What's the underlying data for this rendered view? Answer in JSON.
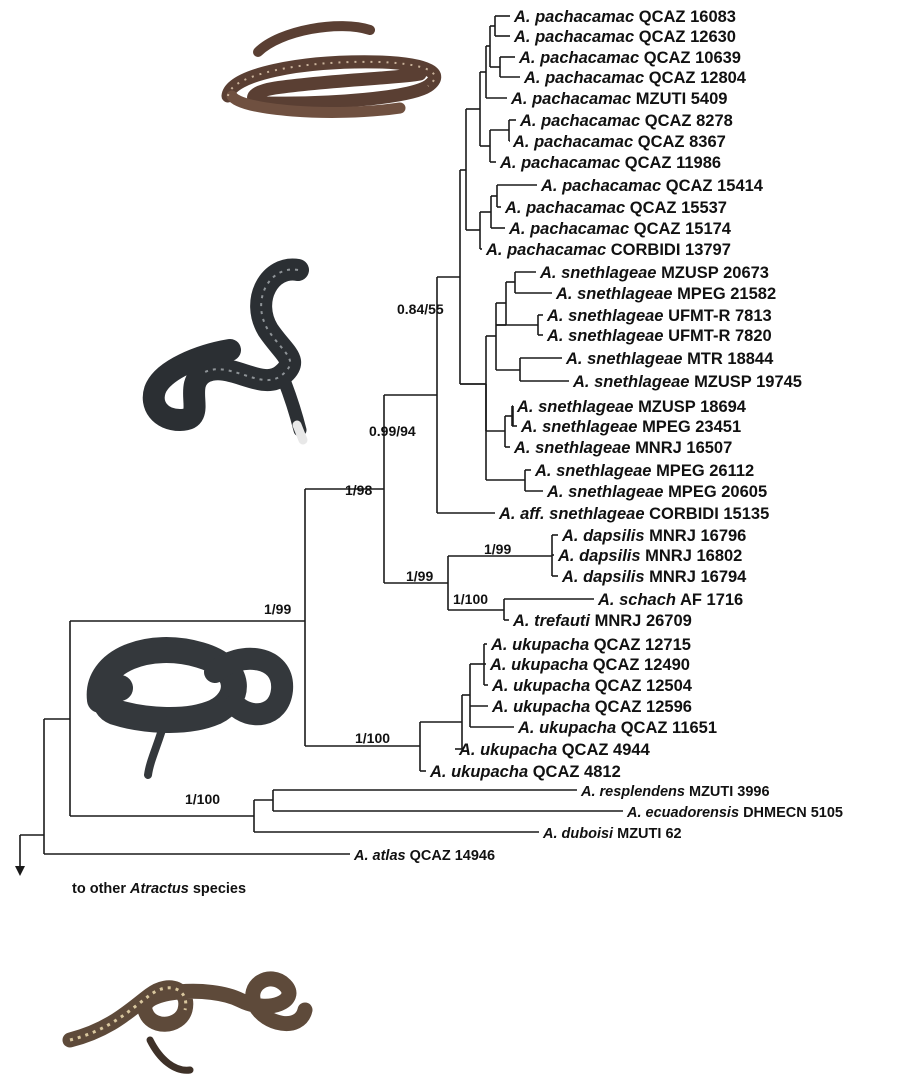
{
  "tree": {
    "taxa": [
      {
        "id": "t01",
        "genus": "A.",
        "species": "pachacamac",
        "voucher": "QCAZ 16083"
      },
      {
        "id": "t02",
        "genus": "A.",
        "species": "pachacamac",
        "voucher": "QCAZ 12630"
      },
      {
        "id": "t03",
        "genus": "A.",
        "species": "pachacamac",
        "voucher": "QCAZ 10639"
      },
      {
        "id": "t04",
        "genus": "A.",
        "species": "pachacamac",
        "voucher": "QCAZ 12804"
      },
      {
        "id": "t05",
        "genus": "A.",
        "species": "pachacamac",
        "voucher": "MZUTI 5409"
      },
      {
        "id": "t06",
        "genus": "A.",
        "species": "pachacamac",
        "voucher": "QCAZ 8278"
      },
      {
        "id": "t07",
        "genus": "A.",
        "species": "pachacamac",
        "voucher": "QCAZ 8367"
      },
      {
        "id": "t08",
        "genus": "A.",
        "species": "pachacamac",
        "voucher": "QCAZ 11986"
      },
      {
        "id": "t09",
        "genus": "A.",
        "species": "pachacamac",
        "voucher": "QCAZ 15414"
      },
      {
        "id": "t10",
        "genus": "A.",
        "species": "pachacamac",
        "voucher": "QCAZ 15537"
      },
      {
        "id": "t11",
        "genus": "A.",
        "species": "pachacamac",
        "voucher": "QCAZ 15174"
      },
      {
        "id": "t12",
        "genus": "A.",
        "species": "pachacamac",
        "voucher": "CORBIDI 13797"
      },
      {
        "id": "t13",
        "genus": "A.",
        "species": "snethlageae",
        "voucher": "MZUSP 20673"
      },
      {
        "id": "t14",
        "genus": "A.",
        "species": "snethlageae",
        "voucher": "MPEG 21582"
      },
      {
        "id": "t15",
        "genus": "A.",
        "species": "snethlageae",
        "voucher": "UFMT-R 7813"
      },
      {
        "id": "t16",
        "genus": "A.",
        "species": "snethlageae",
        "voucher": "UFMT-R 7820"
      },
      {
        "id": "t17",
        "genus": "A.",
        "species": "snethlageae",
        "voucher": "MTR 18844"
      },
      {
        "id": "t18",
        "genus": "A.",
        "species": "snethlageae",
        "voucher": "MZUSP 19745"
      },
      {
        "id": "t19",
        "genus": "A.",
        "species": "snethlageae",
        "voucher": "MZUSP 18694"
      },
      {
        "id": "t20",
        "genus": "A.",
        "species": "snethlageae",
        "voucher": "MPEG 23451"
      },
      {
        "id": "t21",
        "genus": "A.",
        "species": "snethlageae",
        "voucher": "MNRJ 16507"
      },
      {
        "id": "t22",
        "genus": "A.",
        "species": "snethlageae",
        "voucher": "MPEG 26112"
      },
      {
        "id": "t23",
        "genus": "A.",
        "species": "snethlageae",
        "voucher": "MPEG 20605"
      },
      {
        "id": "t24",
        "genus": "A. aff.",
        "species": "snethlageae",
        "voucher": "CORBIDI 15135"
      },
      {
        "id": "t25",
        "genus": "A.",
        "species": "dapsilis",
        "voucher": "MNRJ 16796"
      },
      {
        "id": "t26",
        "genus": "A.",
        "species": "dapsilis",
        "voucher": "MNRJ 16802"
      },
      {
        "id": "t27",
        "genus": "A.",
        "species": "dapsilis",
        "voucher": "MNRJ 16794"
      },
      {
        "id": "t28",
        "genus": "A.",
        "species": "schach",
        "voucher": "AF 1716"
      },
      {
        "id": "t29",
        "genus": "A.",
        "species": "trefauti",
        "voucher": "MNRJ 26709"
      },
      {
        "id": "t30",
        "genus": "A.",
        "species": "ukupacha",
        "voucher": "QCAZ 12715"
      },
      {
        "id": "t31",
        "genus": "A.",
        "species": "ukupacha",
        "voucher": "QCAZ 12490"
      },
      {
        "id": "t32",
        "genus": "A.",
        "species": "ukupacha",
        "voucher": "QCAZ 12504"
      },
      {
        "id": "t33",
        "genus": "A.",
        "species": "ukupacha",
        "voucher": "QCAZ 12596"
      },
      {
        "id": "t34",
        "genus": "A.",
        "species": "ukupacha",
        "voucher": "QCAZ 11651"
      },
      {
        "id": "t35",
        "genus": "A.",
        "species": "ukupacha",
        "voucher": "QCAZ 4944"
      },
      {
        "id": "t36",
        "genus": "A.",
        "species": "ukupacha",
        "voucher": "QCAZ 4812"
      },
      {
        "id": "t37",
        "genus": "A.",
        "species": "resplendens",
        "voucher": "MZUTI 3996"
      },
      {
        "id": "t38",
        "genus": "A.",
        "species": "ecuadorensis",
        "voucher": "DHMECN 5105"
      },
      {
        "id": "t39",
        "genus": "A.",
        "species": "duboisi",
        "voucher": "MZUTI 62"
      },
      {
        "id": "t40",
        "genus": "A.",
        "species": "atlas",
        "voucher": "QCAZ 14946"
      }
    ],
    "support_values": {
      "s1": "0.84/55",
      "s2": "0.99/94",
      "s3": "1/98",
      "s4": "1/99",
      "s5": "1/100",
      "s6": "1/100",
      "s7": "1/99",
      "s8": "1/100",
      "s9": "1/100"
    },
    "outgroup_note": {
      "prefix": "to other ",
      "genus": "Atractus",
      "suffix": " species"
    }
  },
  "colors": {
    "line": "#1a1a1a",
    "text": "#111111",
    "snake_dark": "#2f3236",
    "snake_brown": "#6b4a38"
  }
}
